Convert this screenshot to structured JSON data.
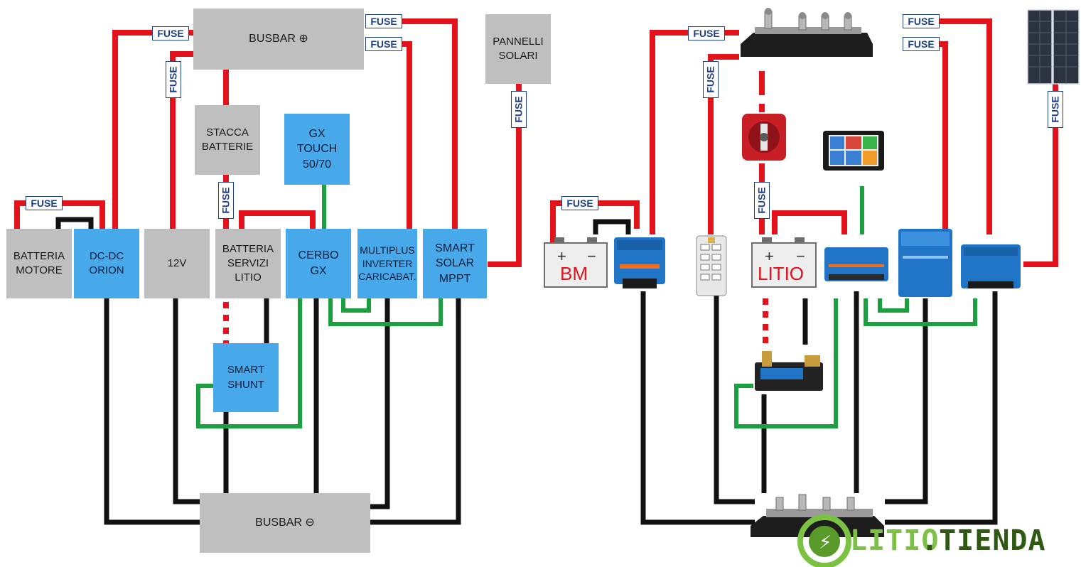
{
  "colors": {
    "positive": "#e3121b",
    "negative": "#111111",
    "data": "#1aa03f",
    "gray_box": "#bfbfbf",
    "blue_box": "#47a8ea",
    "fuse_border": "#1e3f8c"
  },
  "fuse_label": "FUSE",
  "left": {
    "busbar_pos": "BUSBAR ⊕",
    "busbar_neg": "BUSBAR ⊖",
    "pannelli": "PANNELLI\nSOLARI",
    "stacca": "STACCA\nBATTERIE",
    "gx_touch": "GX\nTOUCH\n50/70",
    "batteria_motore": "BATTERIA\nMOTORE",
    "dcdc": "DC-DC\nORION",
    "v12": "12V",
    "batteria_servizi": "BATTERIA\nSERVIZI\nLITIO",
    "cerbo": "CERBO\nGX",
    "multiplus": "MULTIPLUS\nINVERTER\nCARICABAT.",
    "smart_solar": "SMART\nSOLAR\nMPPT",
    "smart_shunt": "SMART\nSHUNT"
  },
  "right": {
    "bm_label": "BM",
    "litio_label": "LITIO",
    "icons": [
      "solar-panel-icon",
      "busbar-icon",
      "battery-switch-icon",
      "gx-touch-display-icon",
      "orion-dcdc-icon",
      "fuse-block-icon",
      "cerbo-gx-icon",
      "multiplus-icon",
      "mppt-controller-icon",
      "smart-shunt-icon"
    ]
  },
  "logo": {
    "part1": "LITIO",
    "part2": ".TIENDA"
  }
}
